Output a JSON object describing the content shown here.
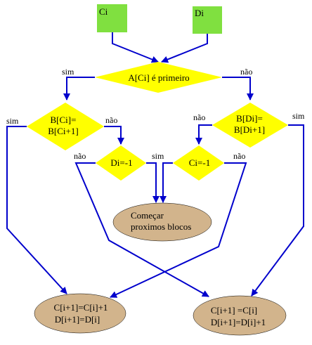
{
  "colors": {
    "start_box": "#80e040",
    "decision": "#ffff00",
    "terminal": "#d2b48c",
    "arrow": "#0000cc",
    "terminal_border": "#000000"
  },
  "nodes": {
    "ci": "Ci",
    "di": "Di",
    "d_primary": "A[Ci] é primeiro",
    "d_bci_line1": "B[Ci]=",
    "d_bci_line2": "B[Ci+1]",
    "d_bdi_line1": "B[Di]=",
    "d_bdi_line2": "B[Di+1]",
    "d_di": "Di=-1",
    "d_ci": "Ci=-1",
    "t_next_line1": "Começar",
    "t_next_line2": "proximos blocos",
    "t_left_line1": "C[i+1]=C[i]+1",
    "t_left_line2": "D[i+1]=D[i]",
    "t_right_line1": "C[i+1] =C[i]",
    "t_right_line2": "D[i+1]=D[i]+1"
  },
  "edge_labels": {
    "primary_yes": "sim",
    "primary_no": "não",
    "bci_yes": "sim",
    "bci_no": "não",
    "bdi_no": "não",
    "bdi_yes": "sim",
    "di_no": "não",
    "di_yes": "sim",
    "ci_no": "não"
  }
}
